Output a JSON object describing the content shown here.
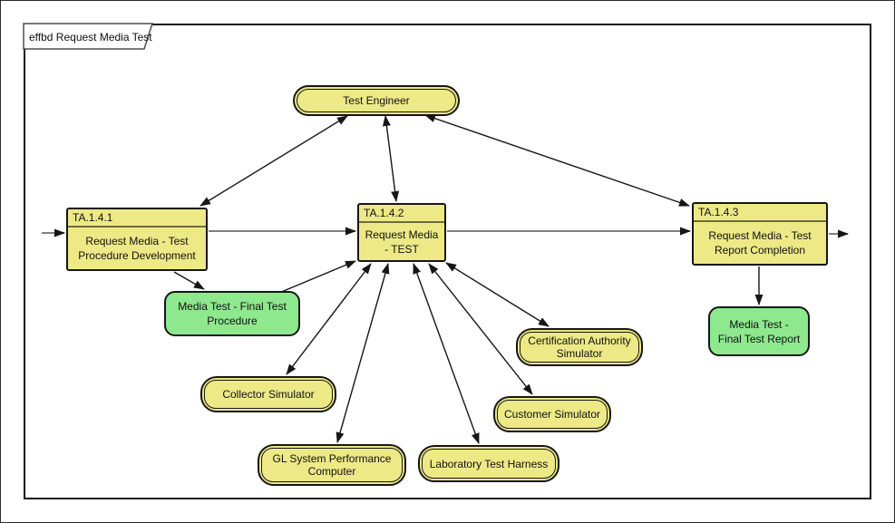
{
  "diagram": {
    "tab_title": "effbd Request Media Test",
    "nodes": {
      "test_engineer": {
        "label": "Test Engineer",
        "shape": "stadium",
        "fill": "#ede987"
      },
      "ta141": {
        "number": "TA.1.4.1",
        "label": "Request Media - Test\nProcedure Development",
        "shape": "function-block",
        "fill": "#ede987"
      },
      "ta142": {
        "number": "TA.1.4.2",
        "label": "Request Media\n- TEST",
        "shape": "function-block",
        "fill": "#ede987"
      },
      "ta143": {
        "number": "TA.1.4.3",
        "label": "Request Media - Test\nReport Completion",
        "shape": "function-block",
        "fill": "#ede987"
      },
      "final_test_procedure": {
        "label": "Media Test - Final Test\nProcedure",
        "shape": "rounded-item",
        "fill": "#8ee88e"
      },
      "final_test_report": {
        "label": "Media Test -\nFinal Test Report",
        "shape": "rounded-item",
        "fill": "#8ee88e"
      },
      "collector_simulator": {
        "label": "Collector Simulator",
        "shape": "stadium",
        "fill": "#ede987"
      },
      "gl_system_performance_computer": {
        "label": "GL System Performance\nComputer",
        "shape": "stadium",
        "fill": "#ede987"
      },
      "laboratory_test_harness": {
        "label": "Laboratory Test Harness",
        "shape": "stadium",
        "fill": "#ede987"
      },
      "customer_simulator": {
        "label": "Customer Simulator",
        "shape": "stadium",
        "fill": "#ede987"
      },
      "certification_authority_simulator": {
        "label": "Certification Authority\nSimulator",
        "shape": "stadium",
        "fill": "#ede987"
      }
    },
    "edges": [
      {
        "from": "external-input",
        "to": "TA.1.4.1",
        "line": "gray",
        "arrows": "end"
      },
      {
        "from": "TA.1.4.1",
        "to": "TA.1.4.2",
        "line": "gray",
        "arrows": "end"
      },
      {
        "from": "TA.1.4.2",
        "to": "TA.1.4.3",
        "line": "gray",
        "arrows": "end"
      },
      {
        "from": "TA.1.4.3",
        "to": "external-output",
        "line": "gray",
        "arrows": "end"
      },
      {
        "from": "Test Engineer",
        "to": "TA.1.4.1",
        "line": "black",
        "arrows": "both"
      },
      {
        "from": "Test Engineer",
        "to": "TA.1.4.2",
        "line": "black",
        "arrows": "both"
      },
      {
        "from": "Test Engineer",
        "to": "TA.1.4.3",
        "line": "black",
        "arrows": "both"
      },
      {
        "from": "TA.1.4.1",
        "to": "Media Test - Final Test Procedure",
        "line": "black",
        "arrows": "end"
      },
      {
        "from": "Media Test - Final Test Procedure",
        "to": "TA.1.4.2",
        "line": "black",
        "arrows": "end"
      },
      {
        "from": "TA.1.4.3",
        "to": "Media Test - Final Test Report",
        "line": "black",
        "arrows": "end"
      },
      {
        "from": "TA.1.4.2",
        "to": "Collector Simulator",
        "line": "black",
        "arrows": "both"
      },
      {
        "from": "TA.1.4.2",
        "to": "GL System Performance Computer",
        "line": "black",
        "arrows": "both"
      },
      {
        "from": "TA.1.4.2",
        "to": "Laboratory Test Harness",
        "line": "black",
        "arrows": "both"
      },
      {
        "from": "TA.1.4.2",
        "to": "Customer Simulator",
        "line": "black",
        "arrows": "both"
      },
      {
        "from": "TA.1.4.2",
        "to": "Certification Authority Simulator",
        "line": "black",
        "arrows": "both"
      }
    ],
    "colors": {
      "function_fill": "#ede987",
      "item_fill": "#8ee88e",
      "flow_line": "#7f7f7f",
      "control_line": "#161616",
      "border": "#161616",
      "background": "#ffffff"
    }
  }
}
